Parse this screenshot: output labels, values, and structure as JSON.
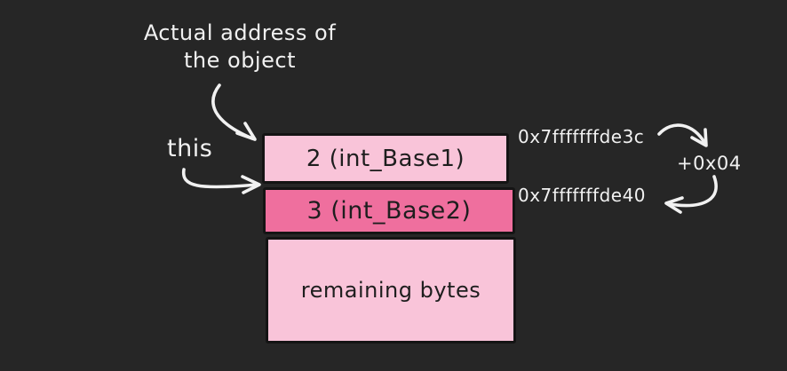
{
  "diagram": {
    "background_color": "#262626",
    "ink_color": "#f1f1f1",
    "box_border_color": "#141414",
    "box_text_color": "#1e1e1e",
    "labels": {
      "actual_address_line1": "Actual address of",
      "actual_address_line2": "the object",
      "this_pointer": "this",
      "offset": "+0x04"
    },
    "memory_boxes": [
      {
        "label": "2 (int_Base1)",
        "fill": "#f9c4d9",
        "start_address": "0x7fffffffde3c"
      },
      {
        "label": "3 (int_Base2)",
        "fill": "#ef6f9e",
        "start_address": "0x7fffffffde40"
      },
      {
        "label": "remaining bytes",
        "fill": "#f9c4d9"
      }
    ]
  }
}
